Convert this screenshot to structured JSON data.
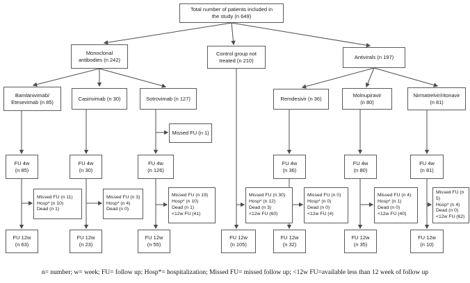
{
  "nodes": {
    "total": "Total number of patients included in\nthe study (n 649)",
    "monoclonal": "Monoclonal\nantibodies (n 242)",
    "control": "Control group not\ntreated (n 210)",
    "antivirals": "Antivirals (n 197)",
    "bamlanivimab": "Bamlanivimab/\nEtesevimab (n 85)",
    "casirivimab": "Casirivimab (n 30)",
    "sotrovimab": "Sotrovimab (n 127)",
    "remdesivir": "Remdesivir (n 36)",
    "molnupiravir": "Molnupiravir\n(n 80)",
    "nirmatrelvir": "Nirmatrelvir/ritonavir\n(n 81)",
    "sotrovimab_missed_early": "Missed FU (n 1)",
    "fu4w_bamlanivimab": "FU 4w\n(n 85)",
    "fu4w_casirivimab": "FU 4w\n(n 30)",
    "fu4w_sotrovimab": "FU 4w\n(n 126)",
    "fu4w_remdesivir": "FU 4w\n(n 36)",
    "fu4w_molnupiravir": "FU 4w\n(n 80)",
    "fu4w_nirmatrelvir": "FU 4w\n(n 81)",
    "dropout_bamlanivimab": "Missed FU (n 11)\nHosp* (n 10)\nDead (n 1)",
    "dropout_casirivimab": "Missed FU (n 3)\nHosp* (n 4)\nDead (n 0)",
    "dropout_sotrovimab": "Missed FU (n 19)\nHosp* (n 10)\nDead (n 1)\n<12w FU (41)",
    "dropout_control": "Missed FU (n 30)\nHosp* (n 12)\nDead (n 3)\n<12w FU (60)",
    "dropout_remdesivir": "Missed FU (n 0)\nHosp* (n 0)\nDead (n 0)\n<12w FU (4)",
    "dropout_molnupiravir": "Missed FU (n 4)\nHosp* (n 1)\nDead (n 0)\n<12w FU (40)",
    "dropout_nirmatrelvir": "Missed FU (n 5)\nHosp* (n 4)\nDead (n 0)\n<12w FU (62)",
    "fu12w_bamlanivimab": "FU 12w\n(n 63)",
    "fu12w_casirivimab": "FU 12w\n(n 23)",
    "fu12w_sotrovimab": "FU 12w\n(n 55)",
    "fu12w_control": "FU 12w\n(n 105)",
    "fu12w_remdesivir": "FU 12w\n(n 32)",
    "fu12w_molnupiravir": "FU 12w\n(n 35)",
    "fu12w_nirmatrelvir": "FU 12w\n(n 10)"
  },
  "caption": "n= number; w= week; FU= follow up; Hosp*= hospitalization; Missed FU= missed follow up; <12w FU=available less than 12 week of follow up"
}
